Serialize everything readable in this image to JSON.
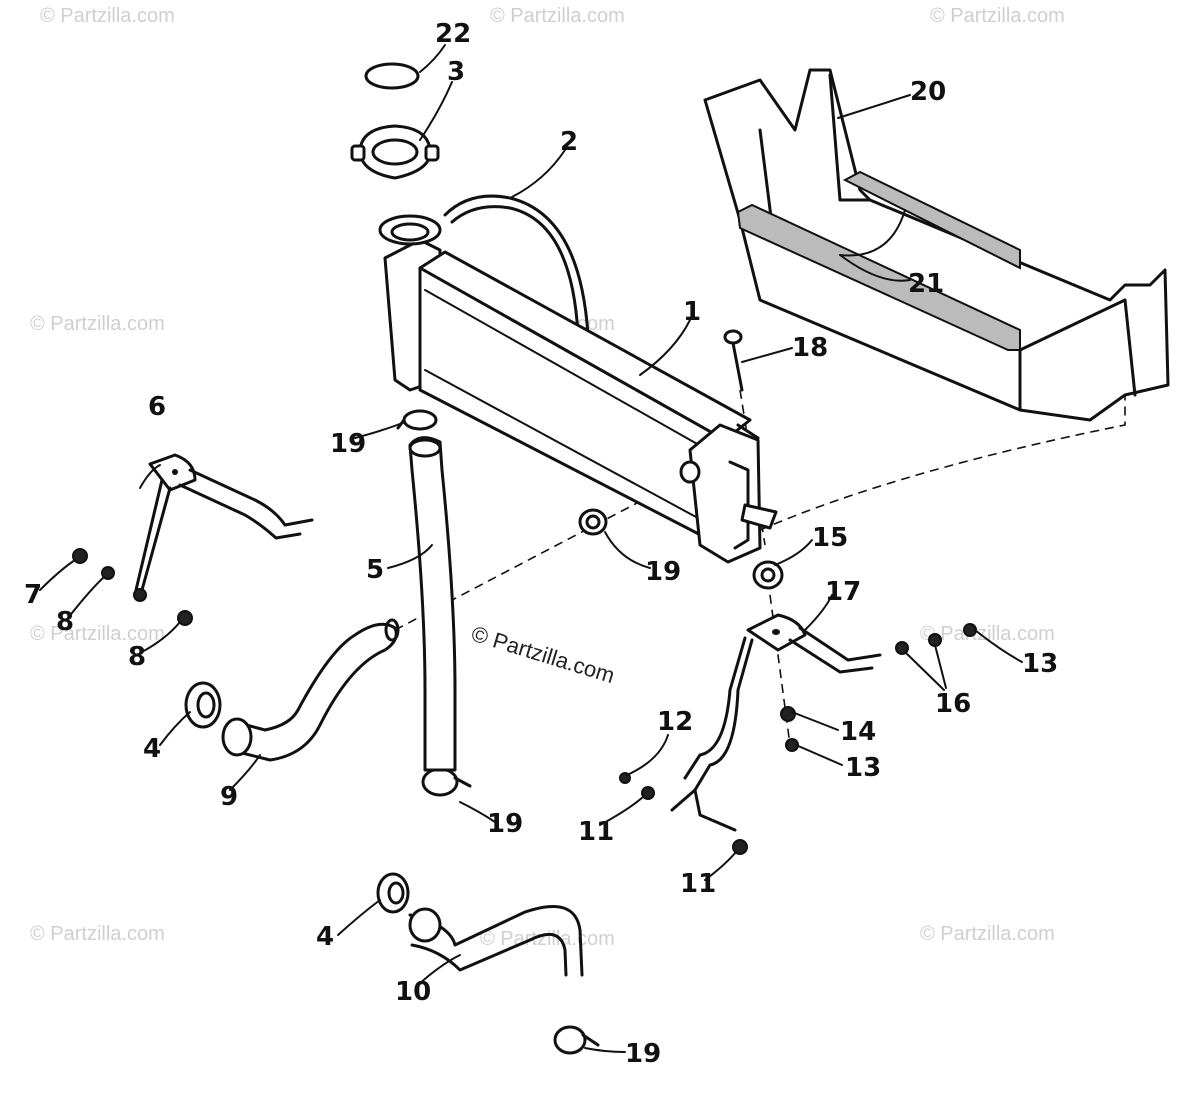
{
  "watermark": "© Partzilla.com",
  "credit": "© Partzilla.com",
  "callouts": {
    "c1": "1",
    "c2": "2",
    "c3": "3",
    "c4a": "4",
    "c4b": "4",
    "c5": "5",
    "c6": "6",
    "c7": "7",
    "c8a": "8",
    "c8b": "8",
    "c9": "9",
    "c10": "10",
    "c11a": "11",
    "c11b": "11",
    "c12": "12",
    "c13a": "13",
    "c13b": "13",
    "c14": "14",
    "c15": "15",
    "c16": "16",
    "c17": "17",
    "c18": "18",
    "c19a": "19",
    "c19b": "19",
    "c19c": "19",
    "c19d": "19",
    "c20": "20",
    "c21": "21",
    "c22": "22"
  }
}
